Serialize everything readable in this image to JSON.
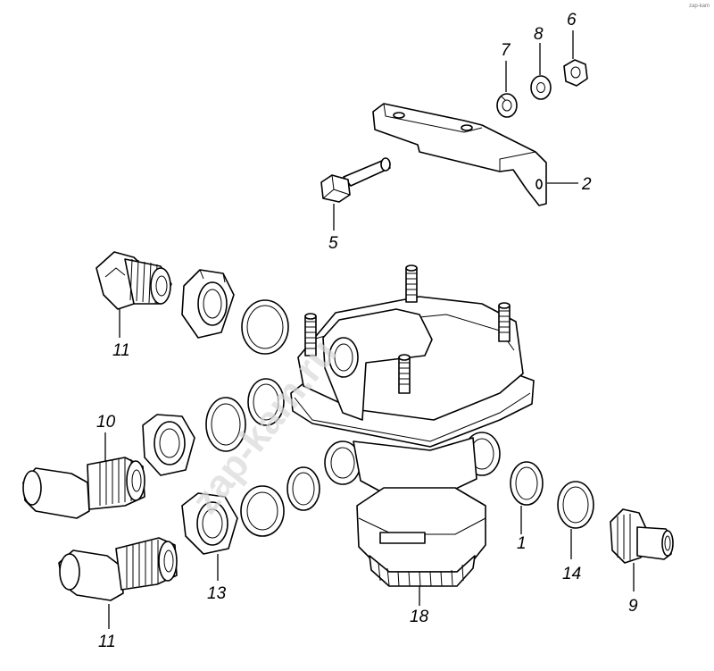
{
  "watermark": "zap-kam.ru",
  "corner_mark": "zap-kam",
  "callouts": [
    {
      "id": "c1",
      "label": "1"
    },
    {
      "id": "c2",
      "label": "2"
    },
    {
      "id": "c5",
      "label": "5"
    },
    {
      "id": "c6",
      "label": "6"
    },
    {
      "id": "c7",
      "label": "7"
    },
    {
      "id": "c8",
      "label": "8"
    },
    {
      "id": "c9",
      "label": "9"
    },
    {
      "id": "c10",
      "label": "10"
    },
    {
      "id": "c11a",
      "label": "11"
    },
    {
      "id": "c11b",
      "label": "11"
    },
    {
      "id": "c13",
      "label": "13"
    },
    {
      "id": "c14",
      "label": "14"
    },
    {
      "id": "c18",
      "label": "18"
    }
  ]
}
